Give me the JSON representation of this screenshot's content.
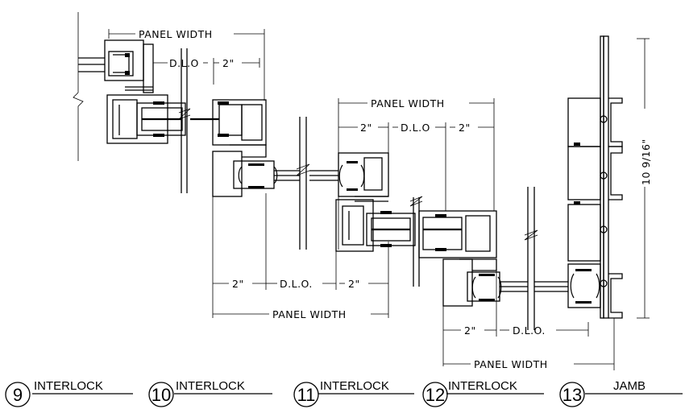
{
  "dimensions": {
    "panel_width_label": "PANEL WIDTH",
    "dlo_label": "D.L.O",
    "dlo_label_dotted": "D.L.O.",
    "two_inch_label": "2\"",
    "jamb_height_label": "10 9/16\""
  },
  "details": [
    {
      "number": "9",
      "title": "INTERLOCK"
    },
    {
      "number": "10",
      "title": "INTERLOCK"
    },
    {
      "number": "11",
      "title": "INTERLOCK"
    },
    {
      "number": "12",
      "title": "INTERLOCK"
    },
    {
      "number": "13",
      "title": "JAMB"
    }
  ]
}
